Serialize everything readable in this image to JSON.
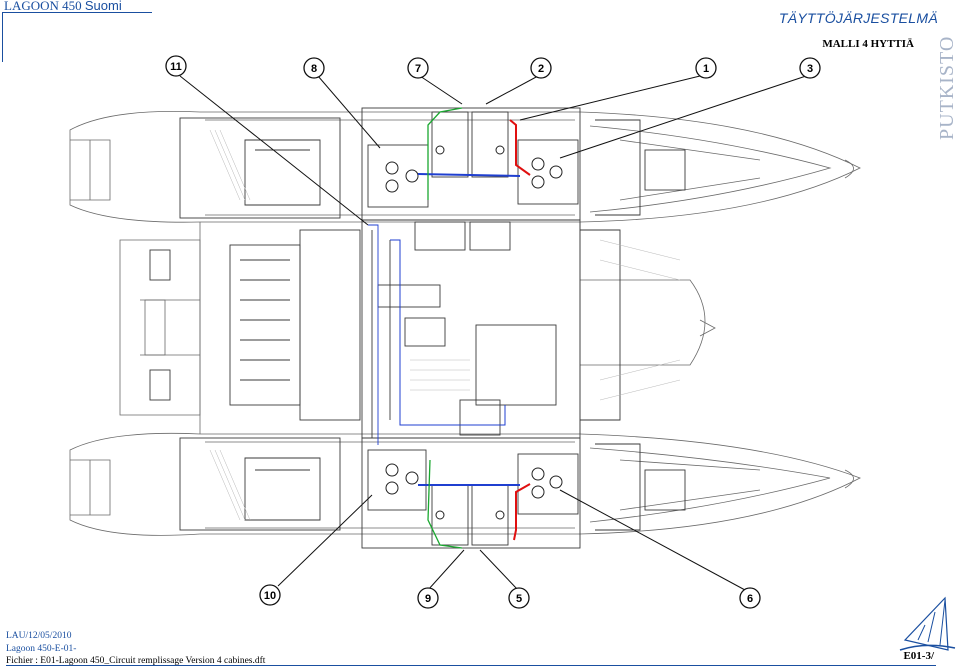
{
  "header": {
    "brand_line1": "LAGOON 450",
    "brand_line2": "Suomi",
    "title": "TÄYTTÖJÄRJESTELMÄ",
    "subtitle": "MALLI 4 HYTTIÄ",
    "side_label": "PUTKISTO"
  },
  "footer": {
    "line1": "LAU/12/05/2010",
    "line2": "Lagoon 450-E-01-",
    "line3": "Fichier : E01-Lagoon 450_Circuit remplissage Version 4 cabines.dft",
    "page": "E01-3/"
  },
  "callouts": {
    "c1": "1",
    "c2": "2",
    "c3": "3",
    "c5": "5",
    "c6": "6",
    "c7": "7",
    "c8": "8",
    "c9": "9",
    "c10": "10",
    "c11": "11"
  },
  "colors": {
    "accent_blue": "#1a4fa0",
    "pipe_blue": "#1f3fd0",
    "pipe_red": "#e01010",
    "pipe_green": "#1aa830",
    "drawing": "#555555"
  }
}
